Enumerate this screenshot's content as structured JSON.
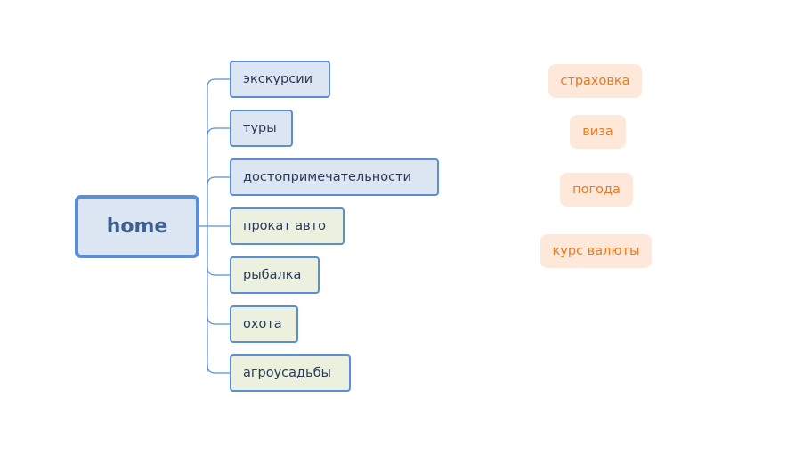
{
  "root": {
    "label": "home"
  },
  "branches": [
    {
      "label": "экскурсии",
      "style": "blue"
    },
    {
      "label": "туры",
      "style": "blue"
    },
    {
      "label": "достопримечательности",
      "style": "blue"
    },
    {
      "label": "прокат авто",
      "style": "green"
    },
    {
      "label": "рыбалка",
      "style": "green"
    },
    {
      "label": "охота",
      "style": "green"
    },
    {
      "label": "агроусадьбы",
      "style": "green"
    }
  ],
  "floating_topics": [
    {
      "label": "страховка"
    },
    {
      "label": "виза"
    },
    {
      "label": "погода"
    },
    {
      "label": "курс валюты"
    }
  ],
  "colors": {
    "line": "#5b8fd4",
    "blue_fill": "#dce6f3",
    "green_fill": "#ebf0df",
    "float_fill": "#fde8da",
    "float_text": "#ea7a1f"
  }
}
